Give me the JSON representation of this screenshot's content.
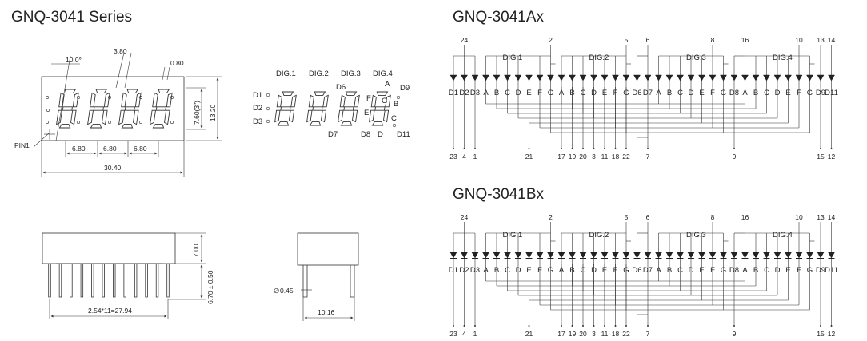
{
  "series_title": "GNQ-3041 Series",
  "front_view": {
    "angle_label": "10.0°",
    "seg_height_label": "3.80",
    "seg_width_label": "0.80",
    "digit_height_label": "7.60(3\")",
    "body_height_label": "13.20",
    "pin1_label": "PIN1",
    "pitch_labels": [
      "6.80",
      "6.80",
      "6.80"
    ],
    "total_width_label": "30.40"
  },
  "segment_view": {
    "digit_labels": [
      "DIG.1",
      "DIG.2",
      "DIG.3",
      "DIG.4"
    ],
    "dp_labels": [
      "D1",
      "D2",
      "D3"
    ],
    "seg_labels": [
      "D6",
      "A",
      "D9",
      "F",
      "G",
      "B",
      "E",
      "C",
      "D7",
      "D8",
      "D",
      "D11"
    ]
  },
  "side_view": {
    "body_height_label": "7.00",
    "lead_length_label": "6.70 ± 0.50",
    "pin_span_label": "2.54*11=27.94"
  },
  "end_view": {
    "lead_dia_label": "0.45",
    "lead_dia_symbol": "∅",
    "row_pitch_label": "10.16"
  },
  "schematics": [
    {
      "title": "GNQ-3041Ax",
      "digit_labels": [
        "DIG.1",
        "DIG.2",
        "DIG.3",
        "DIG.4"
      ],
      "top_pins": [
        "24",
        "2",
        "5",
        "6",
        "8",
        "16",
        "10",
        "13",
        "14"
      ],
      "diode_labels": [
        "D1",
        "D2",
        "D3",
        "A",
        "B",
        "C",
        "D",
        "E",
        "F",
        "G",
        "A",
        "B",
        "C",
        "D",
        "E",
        "F",
        "G",
        "D6",
        "D7",
        "A",
        "B",
        "C",
        "D",
        "E",
        "F",
        "G",
        "D8",
        "A",
        "B",
        "C",
        "D",
        "E",
        "F",
        "G",
        "D9",
        "D11"
      ],
      "bottom_pins": [
        "23",
        "4",
        "1",
        "21",
        "17",
        "19",
        "20",
        "3",
        "11",
        "18",
        "22",
        "7",
        "9",
        "15",
        "12"
      ]
    },
    {
      "title": "GNQ-3041Bx",
      "digit_labels": [
        "DIG.1",
        "DIG.2",
        "DIG.3",
        "DIG.4"
      ],
      "top_pins": [
        "24",
        "2",
        "5",
        "6",
        "8",
        "16",
        "10",
        "13",
        "14"
      ],
      "diode_labels": [
        "D1",
        "D2",
        "D3",
        "A",
        "B",
        "C",
        "D",
        "E",
        "F",
        "G",
        "A",
        "B",
        "C",
        "D",
        "E",
        "F",
        "G",
        "D6",
        "D7",
        "A",
        "B",
        "C",
        "D",
        "E",
        "F",
        "G",
        "D8",
        "A",
        "B",
        "C",
        "D",
        "E",
        "F",
        "G",
        "D9",
        "D11"
      ],
      "bottom_pins": [
        "23",
        "4",
        "1",
        "21",
        "17",
        "19",
        "20",
        "3",
        "11",
        "18",
        "22",
        "7",
        "9",
        "15",
        "12"
      ]
    }
  ]
}
